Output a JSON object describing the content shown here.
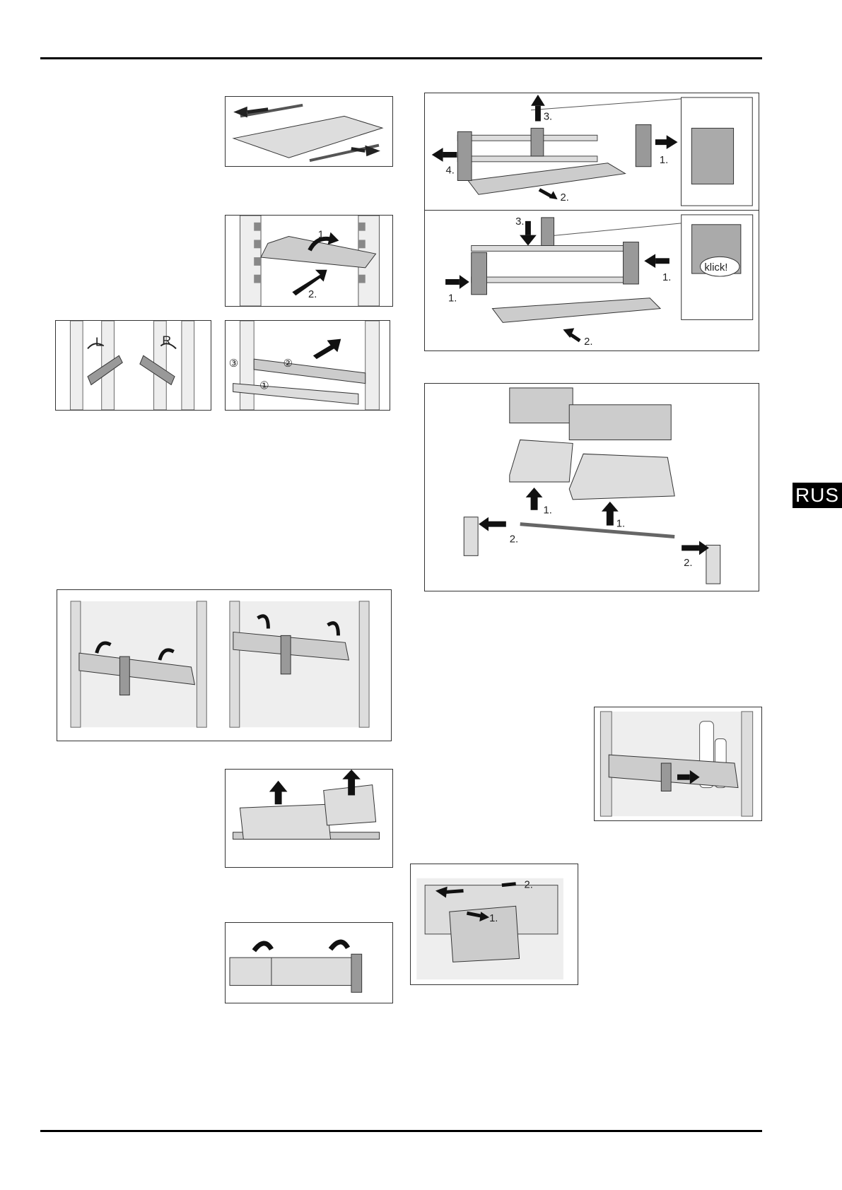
{
  "language_badge": "RUS",
  "figures": {
    "shelf_rails": {},
    "shelf_insert": {
      "label_1": "1.",
      "label_2": "2."
    },
    "hinge_lr": {
      "label_l": "L",
      "label_r": "R"
    },
    "shelf_numbered": {
      "n1": "①",
      "n2": "②",
      "n3": "③"
    },
    "door_rack_remove": {
      "label_1": "1.",
      "label_2": "2.",
      "label_3": "3.",
      "label_4": "4."
    },
    "door_rack_install": {
      "label_1a": "1.",
      "label_1b": "1.",
      "label_2": "2.",
      "label_3": "3.",
      "klick": "klick!"
    },
    "door_bins_rod": {
      "label_1a": "1.",
      "label_1b": "1.",
      "label_2a": "2.",
      "label_2b": "2."
    },
    "door_rack_hooks": {},
    "bins_lift": {},
    "bins_tilt": {},
    "bottle_holder": {},
    "drawer_remove": {
      "label_1": "1.",
      "label_2": "2."
    }
  }
}
